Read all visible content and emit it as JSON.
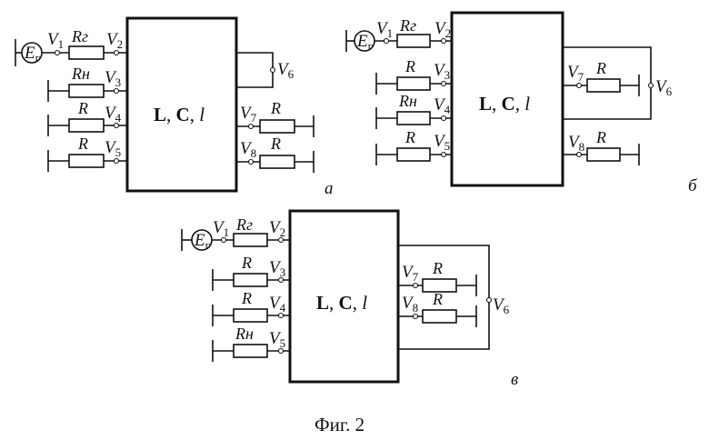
{
  "figure": {
    "caption": "Фиг. 2",
    "box_label": {
      "l": "L",
      "sep1": ", ",
      "c": "C",
      "sep2": ", ",
      "len": "l"
    },
    "source_label": {
      "main": "E",
      "sub": "г"
    },
    "node_prefix": "V",
    "panels": [
      {
        "id": "a",
        "label": "а",
        "resistors": {
          "gen": "Rг",
          "r3": "Rн",
          "r4": "R",
          "r5": "R",
          "r7": "R",
          "r8": "R"
        },
        "nodes": {
          "v1": "1",
          "v2": "2",
          "v3": "3",
          "v4": "4",
          "v5": "5",
          "v6": "6",
          "v7": "7",
          "v8": "8"
        }
      },
      {
        "id": "b",
        "label": "б",
        "resistors": {
          "gen": "Rг",
          "r3": "R",
          "r4": "Rн",
          "r5": "R",
          "r7": "R",
          "r8": "R"
        },
        "nodes": {
          "v1": "1",
          "v2": "2",
          "v3": "3",
          "v4": "4",
          "v5": "5",
          "v6": "6",
          "v7": "7",
          "v8": "8"
        }
      },
      {
        "id": "c",
        "label": "в",
        "resistors": {
          "gen": "Rг",
          "r3": "R",
          "r4": "R",
          "r5": "Rн",
          "r7": "R",
          "r8": "R"
        },
        "nodes": {
          "v1": "1",
          "v2": "2",
          "v3": "3",
          "v4": "4",
          "v5": "5",
          "v6": "6",
          "v7": "7",
          "v8": "8"
        }
      }
    ]
  }
}
